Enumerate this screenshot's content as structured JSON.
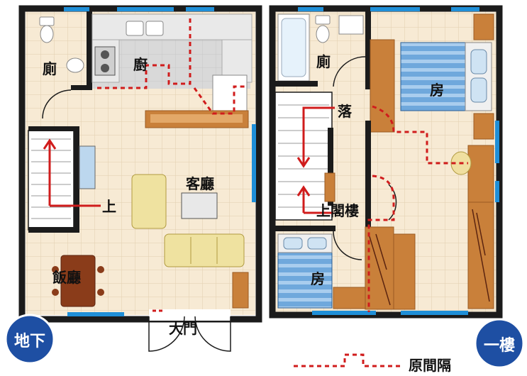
{
  "colors": {
    "wall": "#1b1b1b",
    "window": "#1f8fd8",
    "floor_tile": "#f7ead4",
    "tile_line": "#e2cfae",
    "kitchen_floor": "#d9d9d9",
    "wood": "#c9803a",
    "wood_dark": "#9a5a22",
    "original_partition": "#d01c1c",
    "badge": "#1e4fa3",
    "arrow": "#d01c1c"
  },
  "labels": {
    "basement_toilet": "廁",
    "kitchen": "廚",
    "living_room": "客廳",
    "dining_room": "飯廳",
    "stair_up": "上",
    "main_door": "大門",
    "first_toilet": "廁",
    "bedroom_large": "房",
    "bedroom_small": "房",
    "landing": "落",
    "loft_up": "上閣樓",
    "legend": "原間隔"
  },
  "badges": {
    "basement": "地下",
    "first_floor": "一樓"
  }
}
